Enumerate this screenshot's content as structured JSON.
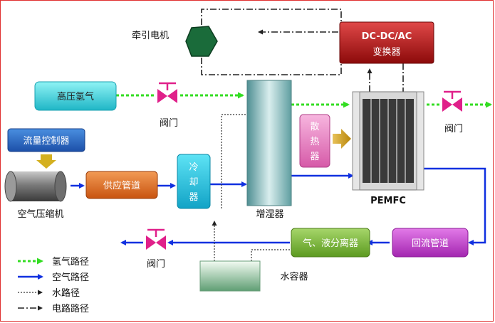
{
  "nodes": {
    "traction_motor": "牵引电机",
    "converter_line1": "DC-DC/AC",
    "converter_line2": "变换器",
    "hydrogen": "高压氢气",
    "flow_controller": "流量控制器",
    "air_compressor": "空气压缩机",
    "supply_pipe": "供应管道",
    "cooler_c1": "冷",
    "cooler_c2": "却",
    "cooler_c3": "器",
    "humidifier": "增湿器",
    "radiator_c1": "散",
    "radiator_c2": "热",
    "radiator_c3": "器",
    "fuel_cell": "PEMFC",
    "return_pipe": "回流管道",
    "separator": "气、液分离器",
    "water_tank": "水容器",
    "valve_hydrogen": "阀门",
    "valve_outlet": "阀门",
    "valve_exhaust": "阀门"
  },
  "legend": {
    "hydrogen_path": "氢气路径",
    "air_path": "空气路径",
    "water_path": "水路径",
    "electric_path": "电路路径"
  },
  "colors": {
    "hydrogen": "#33dd22",
    "air": "#1030e0",
    "water": "#444444",
    "electric": "#222222",
    "valve": "#e0208a",
    "converter": "#b01818",
    "motor": "#1a6b3a"
  }
}
